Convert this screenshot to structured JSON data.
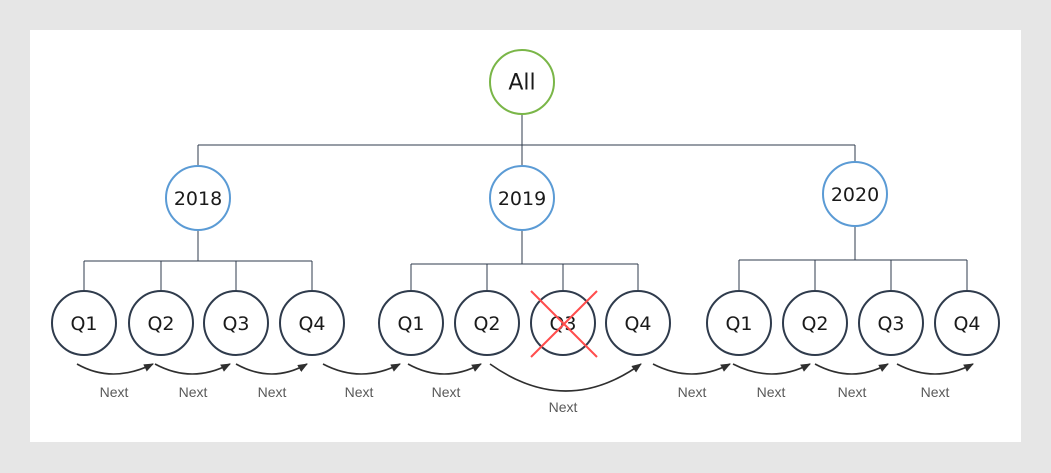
{
  "colors": {
    "background": "#e6e6e6",
    "panel": "#ffffff",
    "root_stroke": "#7ab648",
    "year_stroke": "#5b9bd5",
    "quarter_stroke": "#2f3b4c",
    "connector": "#2f3b4c",
    "arrow": "#2f2f2f",
    "cross": "#ff4d4d",
    "next_text": "#595959",
    "node_text": "#1a1a1a"
  },
  "tree": {
    "root": "All",
    "years": [
      {
        "label": "2018",
        "quarters": [
          "Q1",
          "Q2",
          "Q3",
          "Q4"
        ]
      },
      {
        "label": "2019",
        "quarters": [
          "Q1",
          "Q2",
          "Q3",
          "Q4"
        ],
        "removed_quarter": "Q3"
      },
      {
        "label": "2020",
        "quarters": [
          "Q1",
          "Q2",
          "Q3",
          "Q4"
        ]
      }
    ]
  },
  "next_labels": [
    "Next",
    "Next",
    "Next",
    "Next",
    "Next",
    "Next",
    "Next",
    "Next",
    "Next",
    "Next"
  ],
  "cross_icon": "x-mark-icon"
}
